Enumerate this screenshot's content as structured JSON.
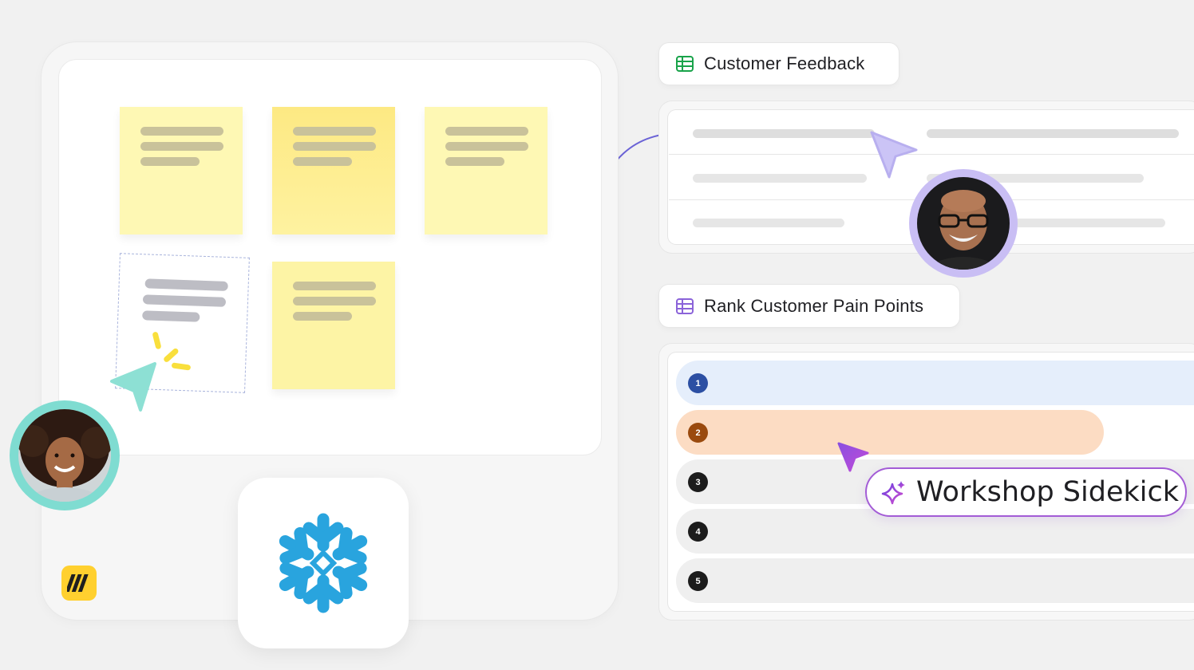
{
  "panels": {
    "feedback_title": "Customer Feedback",
    "rank_title": "Rank Customer Pain Points"
  },
  "rank": {
    "items": [
      "1",
      "2",
      "3",
      "4",
      "5"
    ]
  },
  "sidekick": {
    "label": "Workshop Sidekick"
  },
  "colors": {
    "connector": "#6b63d6",
    "rank_1_bg": "#e5eefb",
    "rank_2_bg": "#fcdcc3",
    "rank_other_bg": "#efefef",
    "sidekick_border": "#a35cd6",
    "snowflake": "#29a4de",
    "miro": "#ffd02f"
  },
  "icons": {
    "feedback": "spreadsheet-green-icon",
    "rank": "table-purple-icon",
    "sidekick": "sparkle-icon",
    "integration": "snowflake-logo-icon",
    "brand": "miro-logo-icon"
  }
}
